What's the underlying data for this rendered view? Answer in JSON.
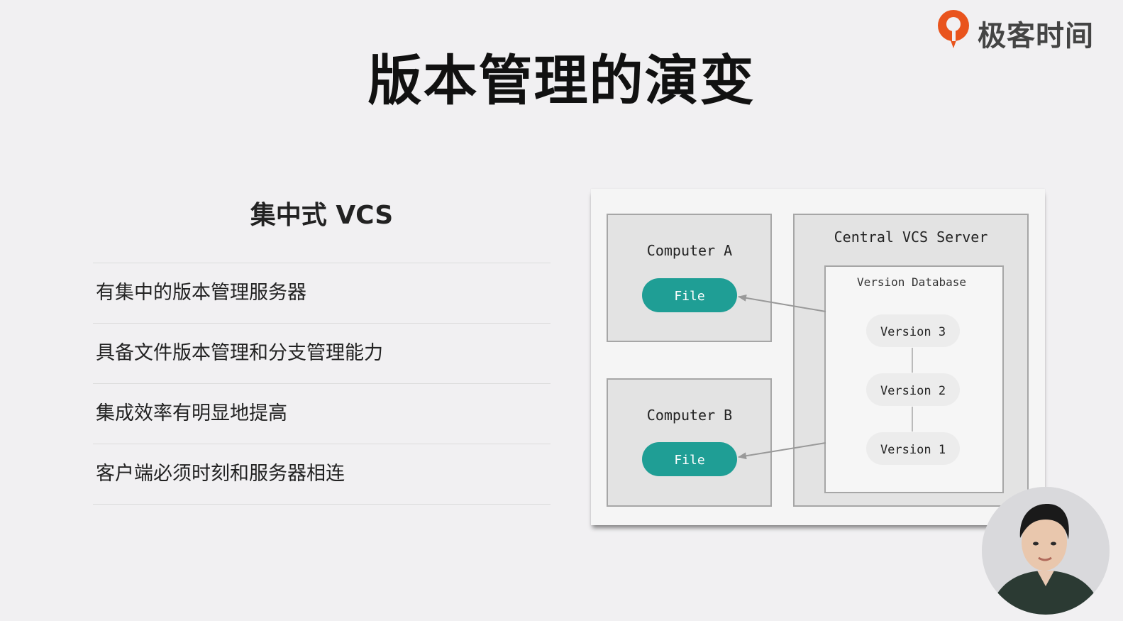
{
  "slide": {
    "title": "版本管理的演变"
  },
  "brand": {
    "name": "极客时间",
    "accent_color": "#e9541d",
    "logo_icon": "geektime-logo-icon"
  },
  "left": {
    "heading": "集中式 VCS",
    "points": [
      "有集中的版本管理服务器",
      "具备文件版本管理和分支管理能力",
      "集成效率有明显地提高",
      "客户端必须时刻和服务器相连"
    ]
  },
  "diagram": {
    "computer_a": {
      "label": "Computer A",
      "file": "File"
    },
    "computer_b": {
      "label": "Computer B",
      "file": "File"
    },
    "server": {
      "label": "Central VCS Server",
      "database": "Version Database",
      "versions": [
        "Version 3",
        "Version 2",
        "Version 1"
      ]
    },
    "colors": {
      "file_pill": "#1f9e95",
      "box_fill": "#e3e3e3",
      "box_stroke": "#a6a6a6",
      "version_pill": "#ececec",
      "arrow": "#999999"
    }
  },
  "presenter": {
    "icon": "presenter-avatar-icon"
  }
}
